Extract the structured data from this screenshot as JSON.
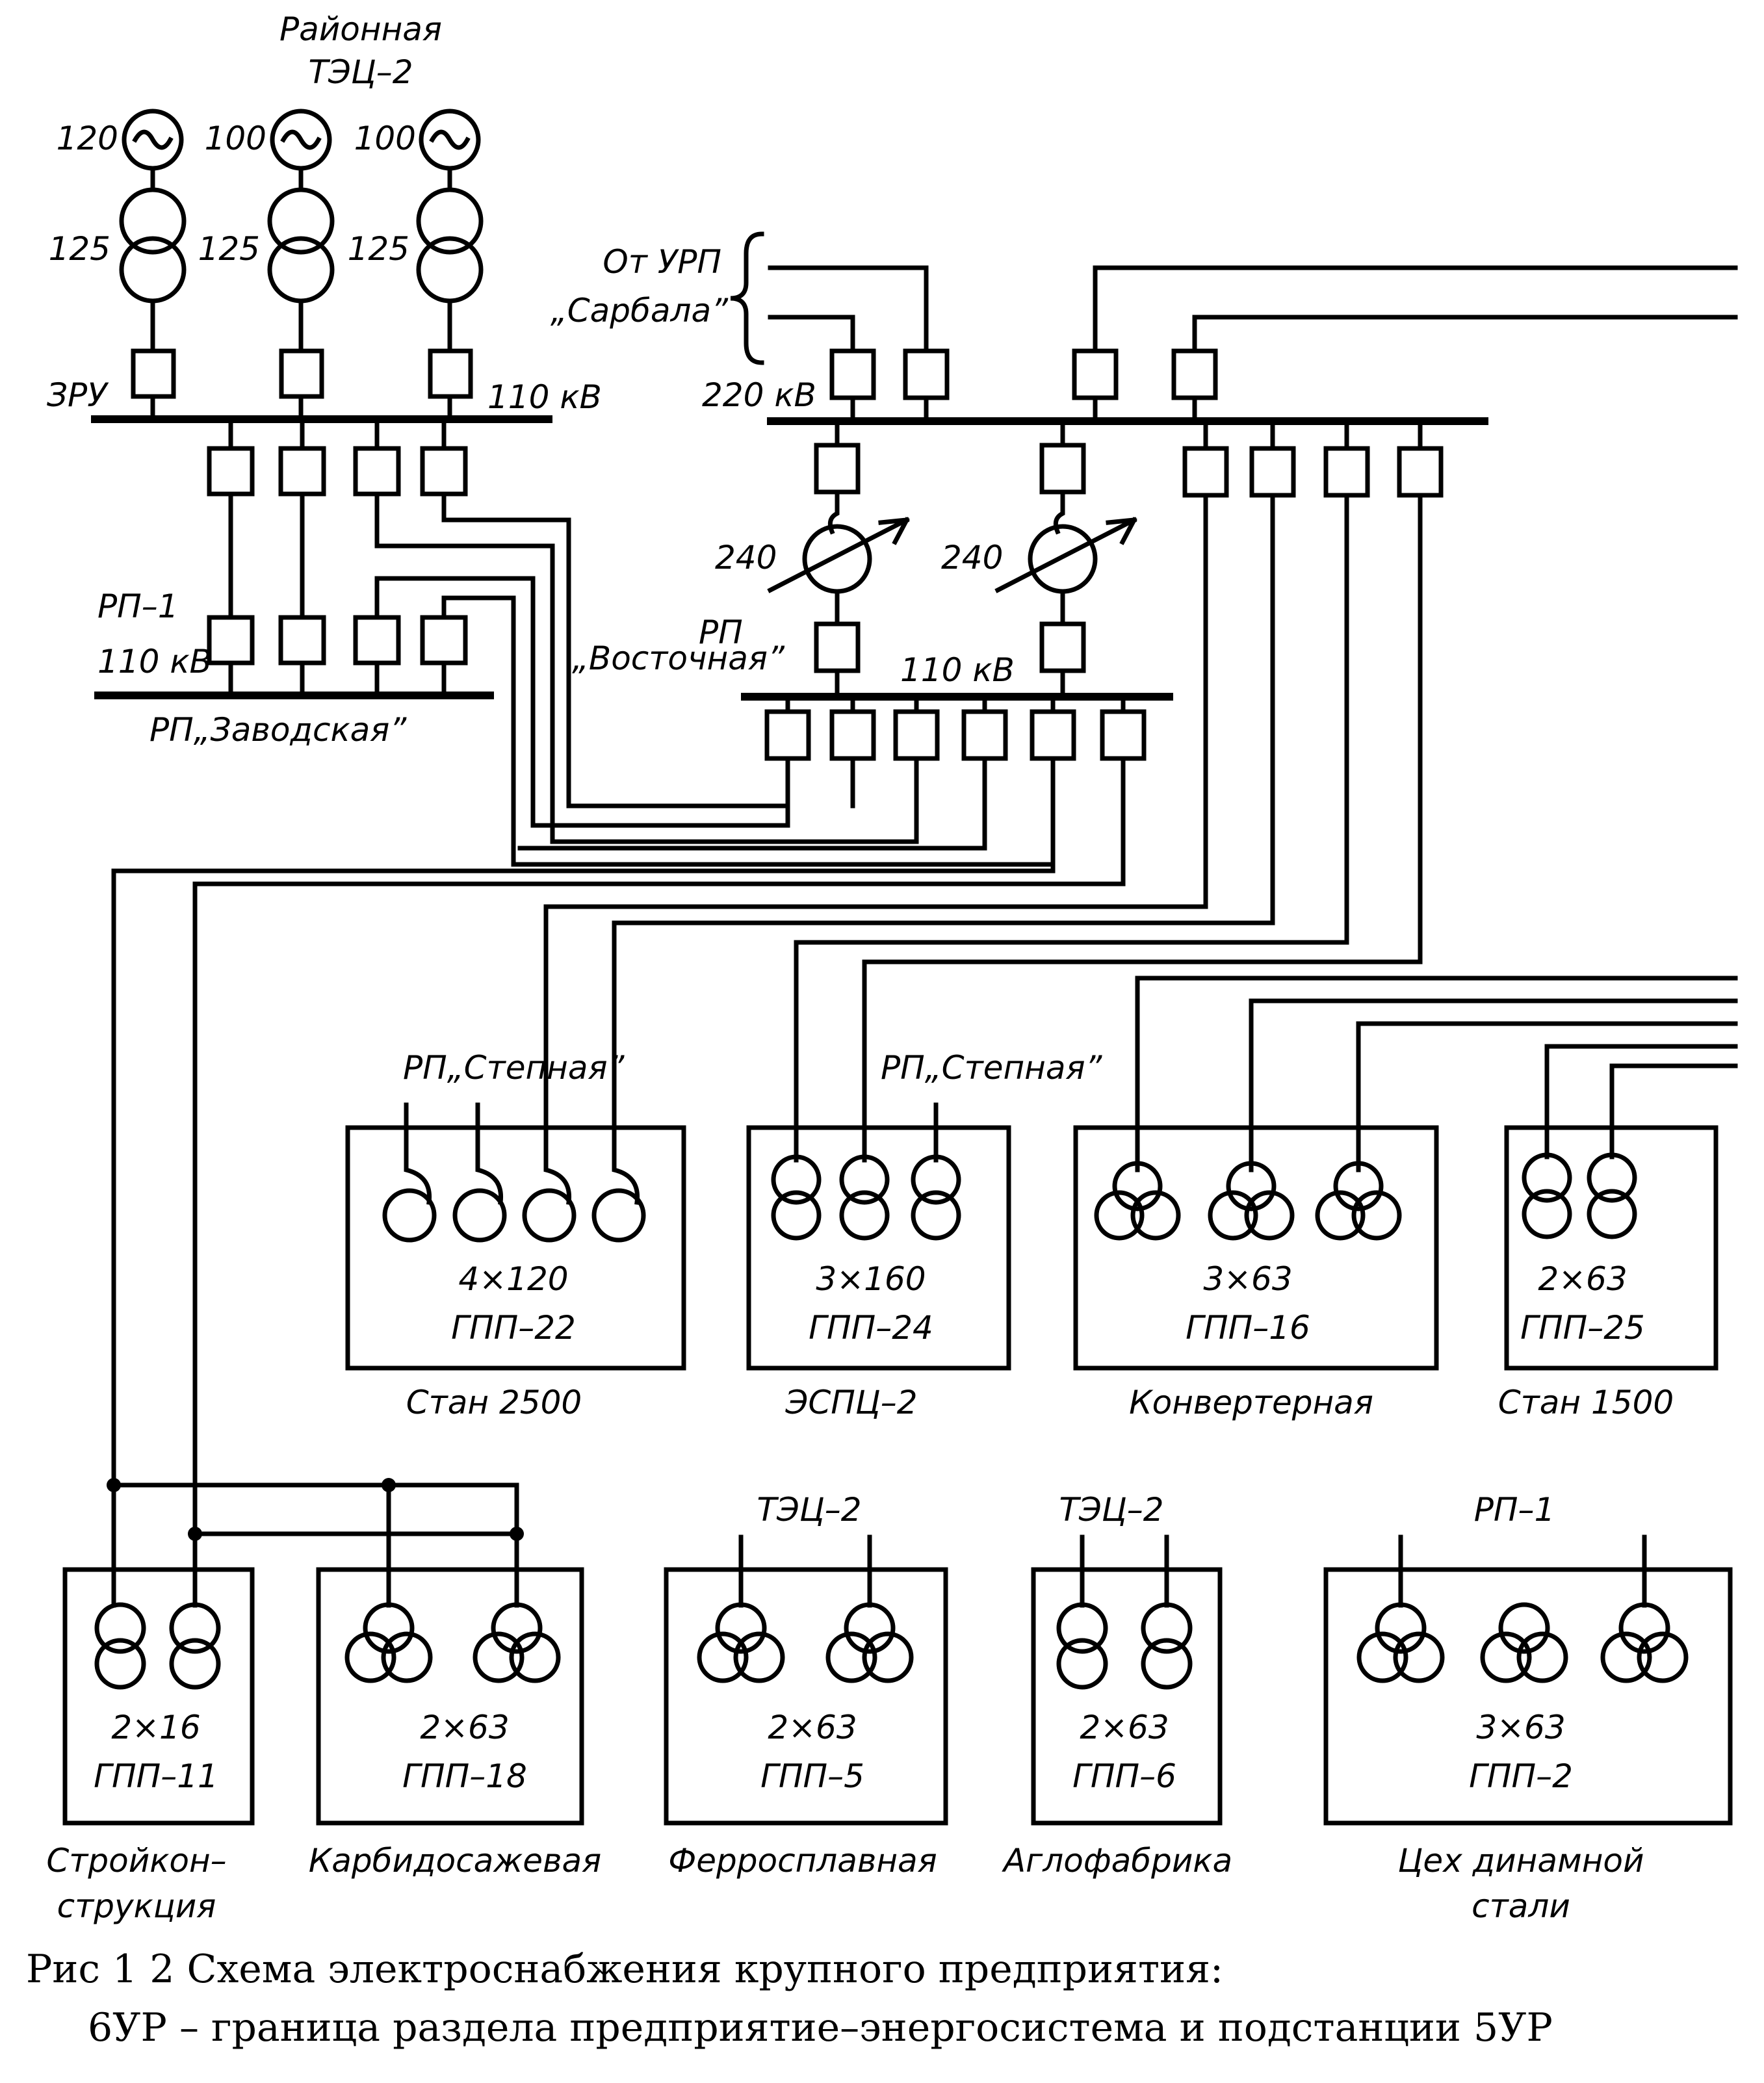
{
  "tec": {
    "title_line1": "Районная",
    "title_line2": "ТЭЦ–2",
    "zru": "ЗРУ",
    "voltage": "110 кВ",
    "gens": [
      "120",
      "100",
      "100"
    ],
    "transformers": [
      "125",
      "125",
      "125"
    ]
  },
  "urp": {
    "line1": "От УРП",
    "line2": "„Сарбала”",
    "voltage": "220 кВ",
    "autotransformers": [
      "240",
      "240"
    ]
  },
  "rp1": {
    "line1": "РП–1",
    "line2": "110 кВ",
    "name": "РП„Заводская”"
  },
  "rp_east": {
    "line1": "РП",
    "line2": "„Восточная”",
    "voltage": "110 кВ"
  },
  "substations_top": [
    {
      "id": "gpp22",
      "rating": "4×120",
      "name": "ГПП–22",
      "caption": "Стан 2500",
      "feed": "РП„Степная”"
    },
    {
      "id": "gpp24",
      "rating": "3×160",
      "name": "ГПП–24",
      "caption": "ЭСПЦ–2",
      "feed": "РП„Степная”"
    },
    {
      "id": "gpp16",
      "rating": "3×63",
      "name": "ГПП–16",
      "caption": "Конвертерная"
    },
    {
      "id": "gpp25",
      "rating": "2×63",
      "name": "ГПП–25",
      "caption": "Стан 1500"
    }
  ],
  "substations_bottom": [
    {
      "id": "gpp11",
      "rating": "2×16",
      "name": "ГПП–11",
      "caption1": "Стройкон–",
      "caption2": "струкция"
    },
    {
      "id": "gpp18",
      "rating": "2×63",
      "name": "ГПП–18",
      "caption1": "Карбидосажевая"
    },
    {
      "id": "gpp5",
      "rating": "2×63",
      "name": "ГПП–5",
      "caption1": "Ферросплавная",
      "feed": "ТЭЦ–2"
    },
    {
      "id": "gpp6",
      "rating": "2×63",
      "name": "ГПП–6",
      "caption1": "Аглофабрика",
      "feed": "ТЭЦ–2"
    },
    {
      "id": "gpp2",
      "rating": "3×63",
      "name": "ГПП–2",
      "caption1": "Цех динамной",
      "caption2": "стали",
      "feed": "РП–1"
    }
  ],
  "caption": {
    "line1": "Рис  1 2  Схема электроснабжения крупного предприятия:",
    "line2": "6УР  – граница раздела предприятие–энергосистема и подстанции 5УР"
  }
}
